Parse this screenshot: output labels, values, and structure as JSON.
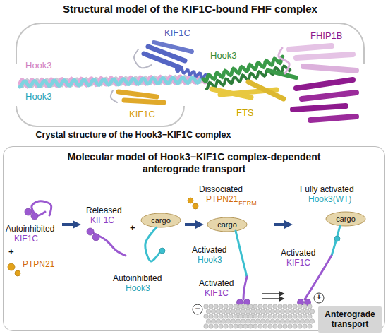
{
  "diagram": {
    "nodes": [
      {
        "text": [
          "Structural model of the KIF1C-bound FHF complex"
        ]
      },
      {
        "text": [
          "Crystal structure of the Hook3−KIF1C complex"
        ]
      },
      {
        "text": [
          "Molecular model of Hook3−KIF1C complex-dependent anterograde transport"
        ]
      },
      {
        "text": [
          "Anterograde transport"
        ],
        "in": 2
      }
    ],
    "labels": [
      "KIF1C",
      "FHIP1B",
      "Hook3",
      "Hook3",
      "Hook3",
      "KIF1C",
      "FTS",
      "Autoinhibited",
      "KIF1C",
      "+",
      "PTPN21",
      "Released",
      "KIF1C",
      "+",
      "cargo",
      "Autoinhibited",
      "Hook3",
      "Dissociated",
      "PTPN21",
      "FERM",
      "Activated",
      "Hook3",
      "cargo",
      "Activated",
      "KIF1C",
      "Fully activated",
      "Hook3(WT)",
      "cargo",
      "Activated",
      "KIF1C",
      "−",
      "+"
    ]
  }
}
